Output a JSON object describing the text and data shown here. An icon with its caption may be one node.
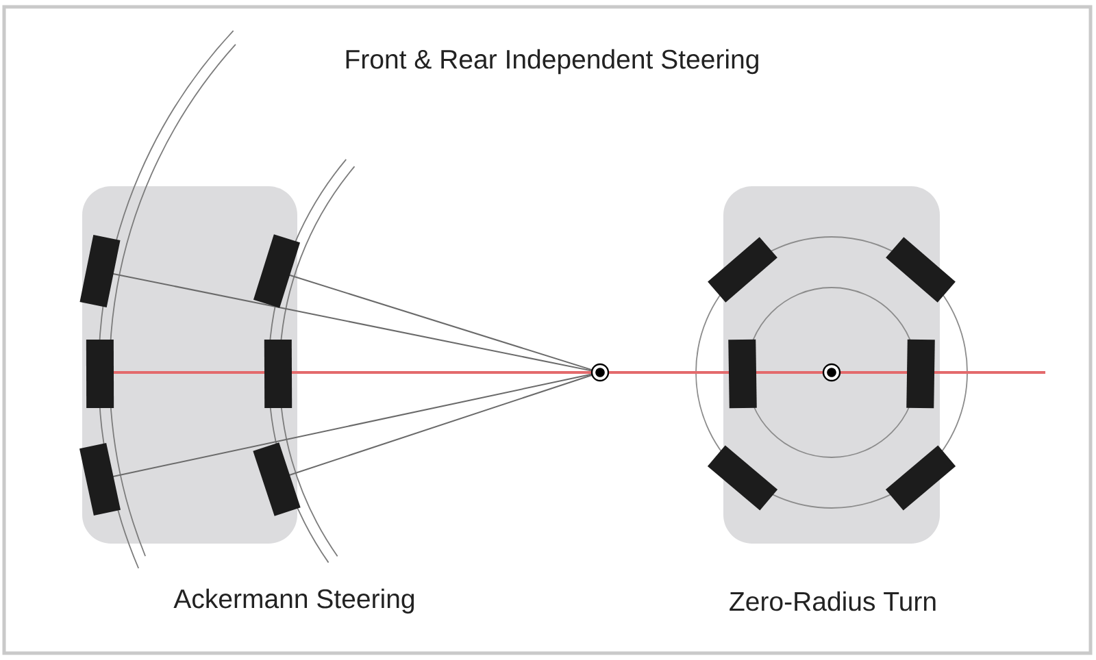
{
  "diagram": {
    "title": "Front & Rear Independent Steering",
    "labels": [
      "Ackermann Steering",
      "Zero-Radius Turn"
    ]
  }
}
